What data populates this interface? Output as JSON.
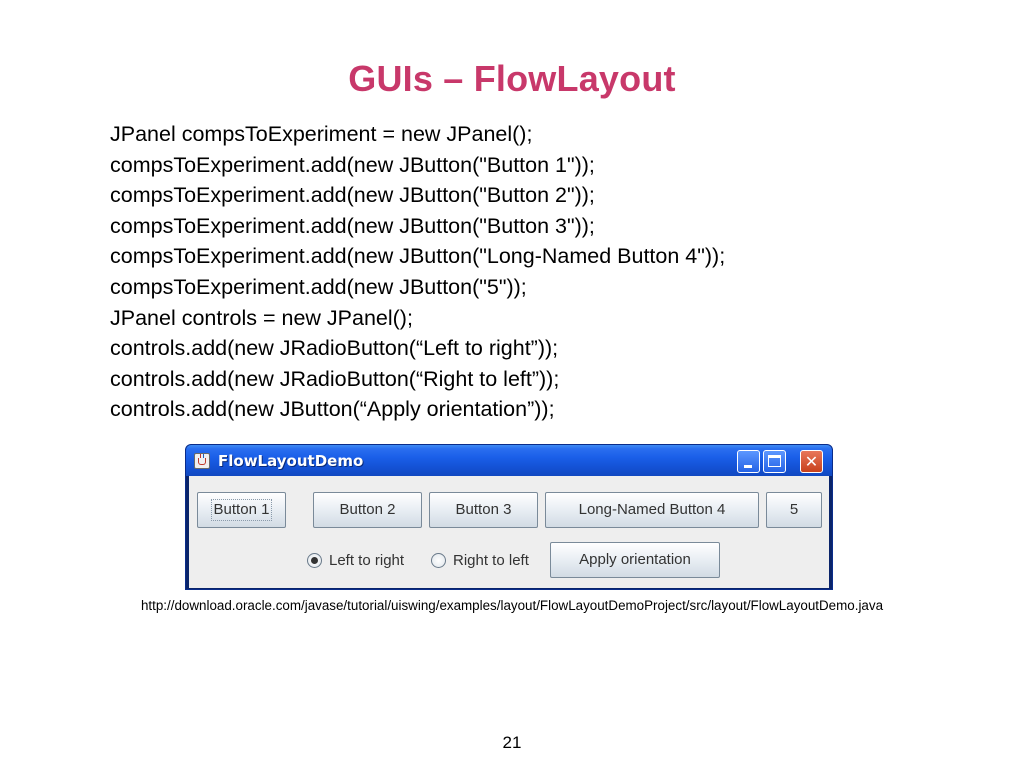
{
  "slide": {
    "title": "GUIs – FlowLayout",
    "code_lines": [
      "JPanel compsToExperiment = new JPanel();",
      "compsToExperiment.add(new JButton(\"Button 1\"));",
      "compsToExperiment.add(new JButton(\"Button 2\"));",
      "compsToExperiment.add(new JButton(\"Button 3\"));",
      "compsToExperiment.add(new JButton(\"Long-Named Button 4\"));",
      "compsToExperiment.add(new JButton(\"5\"));",
      "JPanel controls = new JPanel();",
      "controls.add(new JRadioButton(“Left to right”));",
      "controls.add(new JRadioButton(“Right to left”));",
      "controls.add(new JButton(“Apply orientation”));"
    ],
    "source_url": "http://download.oracle.com/javase/tutorial/uiswing/examples/layout/FlowLayoutDemoProject/src/layout/FlowLayoutDemo.java",
    "page_number": "21"
  },
  "window": {
    "title": "FlowLayoutDemo",
    "icons": {
      "app": "java-cup-icon",
      "minimize": "minimize-icon",
      "maximize": "maximize-icon",
      "close": "close-icon"
    },
    "buttons": [
      "Button 1",
      "Button 2",
      "Button 3",
      "Long-Named Button 4",
      "5"
    ],
    "radios": [
      {
        "label": "Left to right",
        "selected": true
      },
      {
        "label": "Right to left",
        "selected": false
      }
    ],
    "apply_label": "Apply orientation"
  },
  "colors": {
    "title": "#c8386a",
    "titlebar": "#1a5fe8",
    "close_button": "#c8411c"
  }
}
